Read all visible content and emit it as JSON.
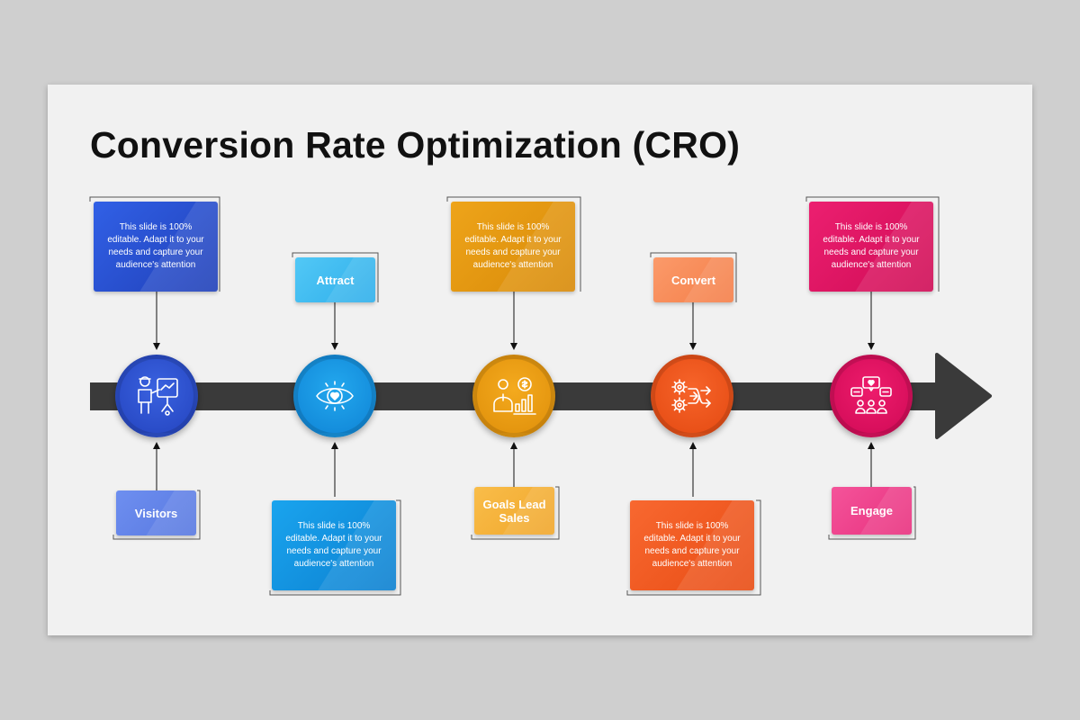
{
  "slide": {
    "title": "Conversion Rate Optimization (CRO)"
  },
  "stages": [
    {
      "top_text": "This slide is 100% editable. Adapt it to your needs and capture your audience's attention",
      "bottom_label": "Visitors",
      "icon": "presentation-person-icon",
      "color": "#2f4fcf"
    },
    {
      "top_label": "Attract",
      "bottom_text": "This slide is 100% editable. Adapt it to your needs and capture your audience's attention",
      "icon": "eye-heart-icon",
      "color": "#1596e0"
    },
    {
      "top_text": "This slide is 100% editable. Adapt it to your needs and capture your audience's attention",
      "bottom_label": "Goals Lead Sales",
      "icon": "businessman-growth-icon",
      "color": "#e89c10"
    },
    {
      "top_label": "Convert",
      "bottom_text": "This slide is 100% editable. Adapt it to your needs and capture your audience's attention",
      "icon": "gears-arrows-icon",
      "color": "#f2561d"
    },
    {
      "top_text": "This slide is 100% editable. Adapt it to your needs and capture your audience's attention",
      "bottom_label": "Engage",
      "icon": "social-people-icon",
      "color": "#e0105e"
    }
  ]
}
